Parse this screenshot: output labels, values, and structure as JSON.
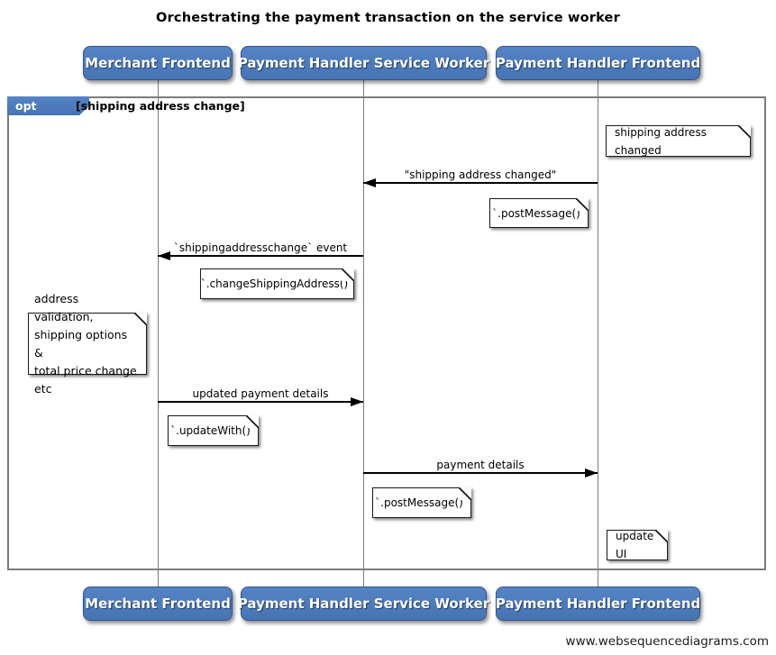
{
  "title": "Orchestrating the payment transaction on the service worker",
  "watermark": "www.websequencediagrams.com",
  "actors": [
    {
      "label": "Merchant Frontend"
    },
    {
      "label": "Payment Handler Service Worker"
    },
    {
      "label": "Payment Handler Frontend"
    }
  ],
  "fragment": {
    "operator": "opt",
    "condition": "[shipping address change]"
  },
  "messages": [
    {
      "label": "\"shipping address changed\"",
      "from": "Payment Handler Frontend",
      "to": "Payment Handler Service Worker",
      "direction": "left"
    },
    {
      "label": "`shippingaddresschange` event",
      "from": "Payment Handler Service Worker",
      "to": "Merchant Frontend",
      "direction": "left"
    },
    {
      "label": "updated payment details",
      "from": "Merchant Frontend",
      "to": "Payment Handler Service Worker",
      "direction": "right"
    },
    {
      "label": "payment details",
      "from": "Payment Handler Service Worker",
      "to": "Payment Handler Frontend",
      "direction": "right"
    }
  ],
  "notes": [
    {
      "text": "shipping address changed",
      "over": "Payment Handler Frontend"
    },
    {
      "text": "`.postMessage()`",
      "over": "Payment Handler Service Worker"
    },
    {
      "text": "`.changeShippingAddress()`",
      "over": "Merchant Frontend"
    },
    {
      "text": "address validation,\nshipping options &\ntotal price change etc",
      "over": "Merchant Frontend"
    },
    {
      "text": "`.updateWith()`",
      "over": "Merchant Frontend"
    },
    {
      "text": "`.postMessage()`",
      "over": "Payment Handler Service Worker"
    },
    {
      "text": "update UI",
      "over": "Payment Handler Frontend"
    }
  ],
  "colors": {
    "actor_fill": "#4b7cbd",
    "actor_border": "#36538c",
    "frame_border": "#7c7c7c",
    "lifeline": "#7d7d7d",
    "arrow": "#000000",
    "note_bg": "#ffffff"
  }
}
